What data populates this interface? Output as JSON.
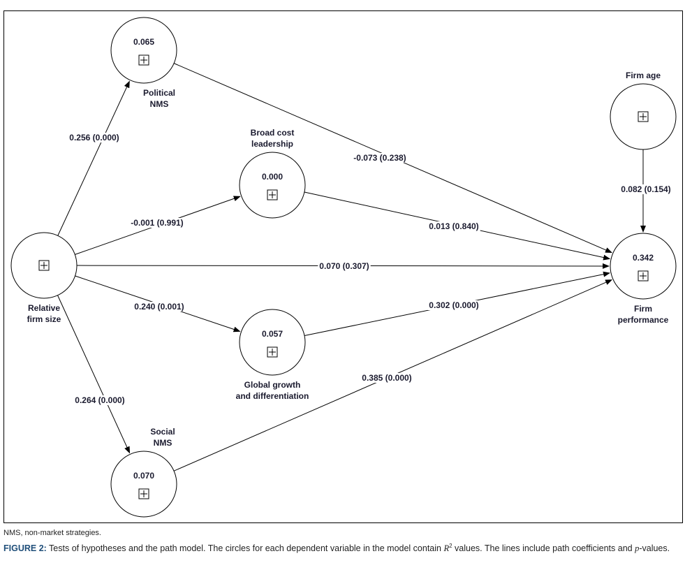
{
  "diagram": {
    "type": "path-model",
    "nodes": [
      {
        "id": "political",
        "label_lines": [
          "Political",
          "NMS"
        ],
        "r2": "0.065",
        "label_pos": "below"
      },
      {
        "id": "broadcost",
        "label_lines": [
          "Broad cost",
          "leadership"
        ],
        "r2": "0.000",
        "label_pos": "above"
      },
      {
        "id": "relsize",
        "label_lines": [
          "Relative",
          "firm size"
        ],
        "r2": null,
        "label_pos": "below"
      },
      {
        "id": "global",
        "label_lines": [
          "Global growth",
          "and differentiation"
        ],
        "r2": "0.057",
        "label_pos": "below"
      },
      {
        "id": "social",
        "label_lines": [
          "Social",
          "NMS"
        ],
        "r2": "0.070",
        "label_pos": "above"
      },
      {
        "id": "firmage",
        "label_lines": [
          "Firm age"
        ],
        "r2": null,
        "label_pos": "above"
      },
      {
        "id": "firmperf",
        "label_lines": [
          "Firm",
          "performance"
        ],
        "r2": "0.342",
        "label_pos": "below"
      }
    ],
    "edges": [
      {
        "from": "relsize",
        "to": "political",
        "label": "0.256 (0.000)"
      },
      {
        "from": "relsize",
        "to": "broadcost",
        "label": "-0.001 (0.991)"
      },
      {
        "from": "relsize",
        "to": "firmperf",
        "label": "0.070 (0.307)"
      },
      {
        "from": "relsize",
        "to": "global",
        "label": "0.240 (0.001)"
      },
      {
        "from": "relsize",
        "to": "social",
        "label": "0.264 (0.000)"
      },
      {
        "from": "political",
        "to": "firmperf",
        "label": "-0.073 (0.238)"
      },
      {
        "from": "broadcost",
        "to": "firmperf",
        "label": "0.013 (0.840)"
      },
      {
        "from": "global",
        "to": "firmperf",
        "label": "0.302 (0.000)"
      },
      {
        "from": "social",
        "to": "firmperf",
        "label": "0.385 (0.000)"
      },
      {
        "from": "firmage",
        "to": "firmperf",
        "label": "0.082 (0.154)"
      }
    ]
  },
  "note": "NMS, non-market strategies.",
  "caption": {
    "figure_label": "FIGURE 2:",
    "text_before_r2": " Tests of hypotheses and the path model. The circles for each dependent variable in the model contain ",
    "r2_symbol": "R",
    "r2_sup": "2",
    "text_after_r2": " values. The lines include path coefficients and ",
    "p_symbol": "p",
    "text_end": "-values."
  }
}
